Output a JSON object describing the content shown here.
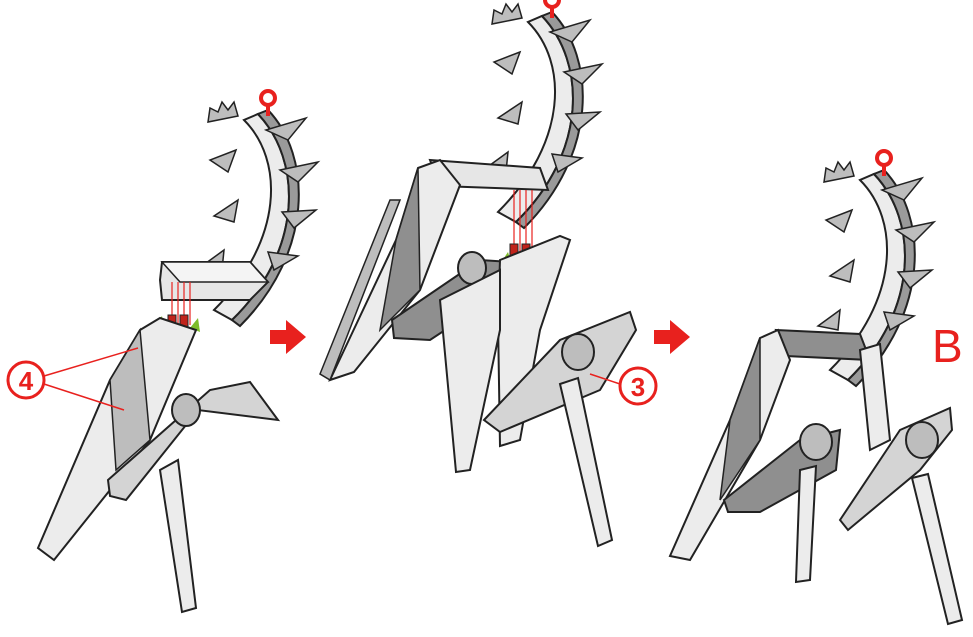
{
  "colors": {
    "accent": "#e8211e",
    "part_light": "#ececec",
    "part_mid": "#bdbdbd",
    "part_dark": "#8f8f8f",
    "stroke": "#222222",
    "marker_green": "#7dbb2a"
  },
  "steps": [
    {
      "callout": "4"
    },
    {
      "callout": "3"
    },
    {
      "callout": ""
    }
  ],
  "final_label": "B",
  "icons": [
    "arrow-right-icon",
    "arrow-right-icon",
    "eye-ring-icon"
  ]
}
